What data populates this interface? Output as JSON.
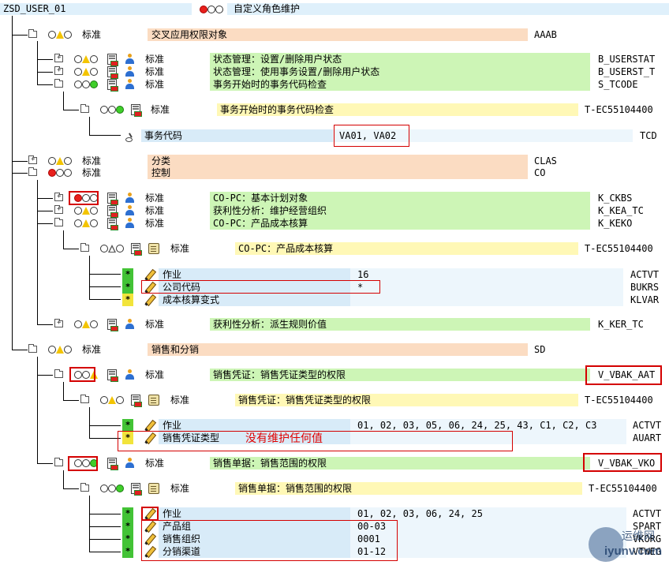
{
  "header": {
    "role_name": "ZSD_USER_01",
    "title": "自定义角色维护"
  },
  "tree": {
    "aaab": {
      "label": "标准",
      "text": "交叉应用权限对象",
      "tech": "AAAB"
    },
    "b_userstat": {
      "label": "标准",
      "text": "状态管理：设置/删除用户状态",
      "tech": "B_USERSTAT"
    },
    "b_userst_t": {
      "label": "标准",
      "text": "状态管理：使用事务设置/删除用户状态",
      "tech": "B_USERST_T"
    },
    "s_tcode": {
      "label": "标准",
      "text": "事务开始时的事务代码检查",
      "tech": "S_TCODE"
    },
    "s_tcode_auth": {
      "label": "标准",
      "text": "事务开始时的事务代码检查",
      "tech": "T-EC55104400"
    },
    "tcd_field": {
      "label": "事务代码",
      "value": "VA01, VA02",
      "tech": "TCD"
    },
    "clas": {
      "label": "标准",
      "text": "分类",
      "tech": "CLAS"
    },
    "co": {
      "label": "标准",
      "text": "控制",
      "tech": "CO"
    },
    "k_ckbs": {
      "label": "标准",
      "text": "CO-PC：基本计划对象",
      "tech": "K_CKBS"
    },
    "k_kea_tc": {
      "label": "标准",
      "text": "获利性分析：维护经营组织",
      "tech": "K_KEA_TC"
    },
    "k_keko": {
      "label": "标准",
      "text": "CO-PC：产品成本核算",
      "tech": "K_KEKO"
    },
    "k_keko_auth": {
      "label": "标准",
      "text": "CO-PC：产品成本核算",
      "tech": "T-EC55104400"
    },
    "k_keko_actvt": {
      "star": "*",
      "label": "作业",
      "value": "16",
      "tech": "ACTVT"
    },
    "k_keko_bukrs": {
      "star": "*",
      "label": "公司代码",
      "value": "*",
      "tech": "BUKRS"
    },
    "k_keko_klvar": {
      "star": "*",
      "label": "成本核算变式",
      "value": "",
      "tech": "KLVAR"
    },
    "k_ker_tc": {
      "label": "标准",
      "text": "获利性分析：派生规则价值",
      "tech": "K_KER_TC"
    },
    "sd": {
      "label": "标准",
      "text": "销售和分销",
      "tech": "SD"
    },
    "v_vbak_aat": {
      "label": "标准",
      "text": "销售凭证：销售凭证类型的权限",
      "tech": "V_VBAK_AAT"
    },
    "v_vbak_aat_auth": {
      "label": "标准",
      "text": "销售凭证：销售凭证类型的权限",
      "tech": "T-EC55104400"
    },
    "aat_actvt": {
      "star": "*",
      "label": "作业",
      "value": "01, 02, 03, 05, 06, 24, 25, 43, C1, C2, C3",
      "tech": "ACTVT"
    },
    "aat_auart": {
      "star": "*",
      "label": "销售凭证类型",
      "value": "",
      "tech": "AUART",
      "note": "没有维护任何值"
    },
    "v_vbak_vko": {
      "label": "标准",
      "text": "销售单据：销售范围的权限",
      "tech": "V_VBAK_VKO"
    },
    "v_vbak_vko_auth": {
      "label": "标准",
      "text": "销售单据：销售范围的权限",
      "tech": "T-EC55104400"
    },
    "vko_actvt": {
      "star": "*",
      "label": "作业",
      "value": "01, 02, 03, 06, 24, 25",
      "tech": "ACTVT"
    },
    "vko_spart": {
      "star": "*",
      "label": "产品组",
      "value": "00-03",
      "tech": "SPART"
    },
    "vko_vkorg": {
      "star": "*",
      "label": "销售组织",
      "value": "0001",
      "tech": "VKORG"
    },
    "vko_vtweg": {
      "star": "*",
      "label": "分销渠道",
      "value": "01-12",
      "tech": "VTWEG"
    }
  },
  "watermark": {
    "line1": "运维网",
    "line2": "iyunv.com"
  },
  "colors": {
    "orange_bg": "#fbdcc2",
    "green_bg": "#cdf5b6",
    "yellow_bg": "#fff8b6",
    "blue_bg": "#d8ebf8",
    "highlight_red": "#d40000"
  }
}
